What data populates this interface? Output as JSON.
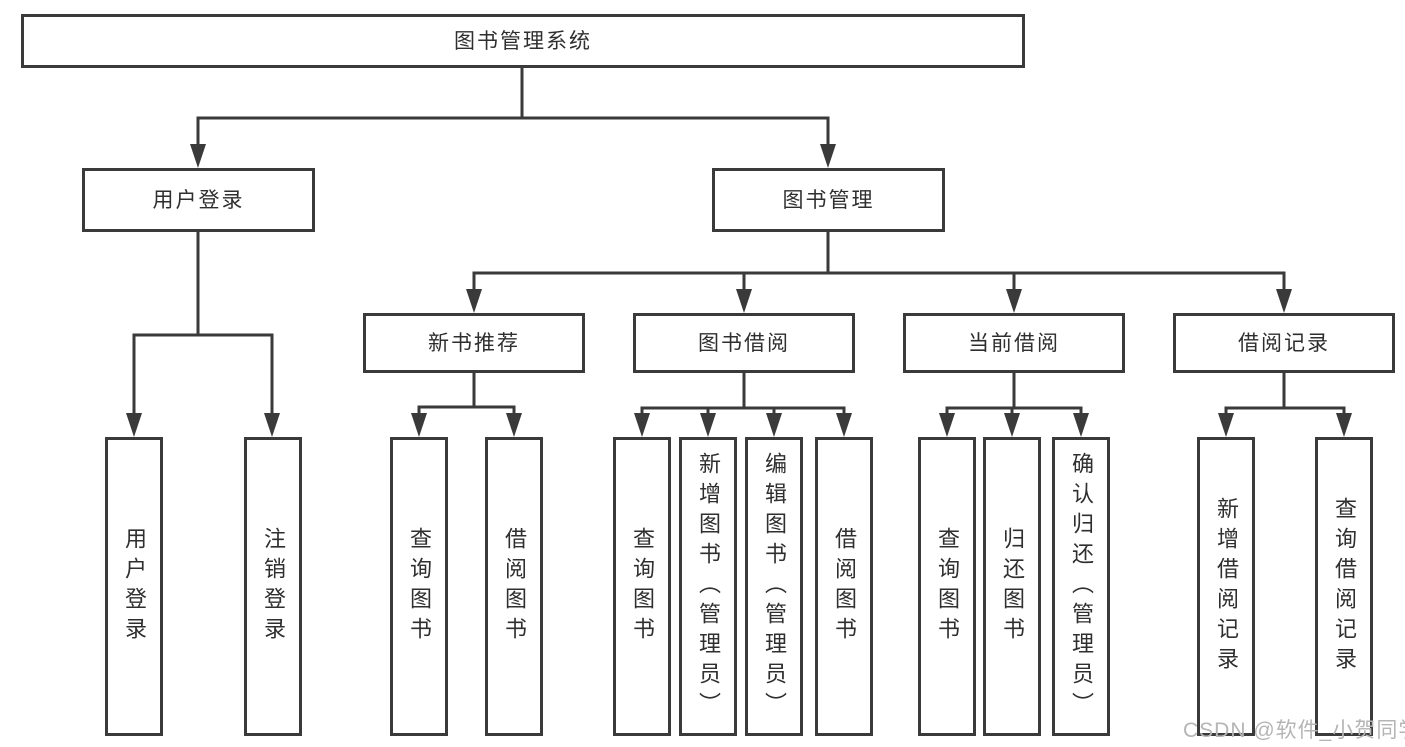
{
  "diagram": {
    "title": "图书管理系统",
    "branches": [
      {
        "label": "用户登录",
        "children": [
          {
            "label": "用户登录"
          },
          {
            "label": "注销登录"
          }
        ]
      },
      {
        "label": "图书管理",
        "children": [
          {
            "label": "新书推荐",
            "children": [
              {
                "label": "查询图书"
              },
              {
                "label": "借阅图书"
              }
            ]
          },
          {
            "label": "图书借阅",
            "children": [
              {
                "label": "查询图书"
              },
              {
                "label": "新增图书（管理员）"
              },
              {
                "label": "编辑图书（管理员）"
              },
              {
                "label": "借阅图书"
              }
            ]
          },
          {
            "label": "当前借阅",
            "children": [
              {
                "label": "查询图书"
              },
              {
                "label": "归还图书"
              },
              {
                "label": "确认归还（管理员）"
              }
            ]
          },
          {
            "label": "借阅记录",
            "children": [
              {
                "label": "新增借阅记录"
              },
              {
                "label": "查询借阅记录"
              }
            ]
          }
        ]
      }
    ]
  },
  "watermark": {
    "text": "CSDN @软件_小贺同学"
  },
  "colors": {
    "line": "#3a3a3a",
    "text": "#2f2f2f",
    "watermark": "#b5b5b5",
    "background": "#ffffff"
  }
}
